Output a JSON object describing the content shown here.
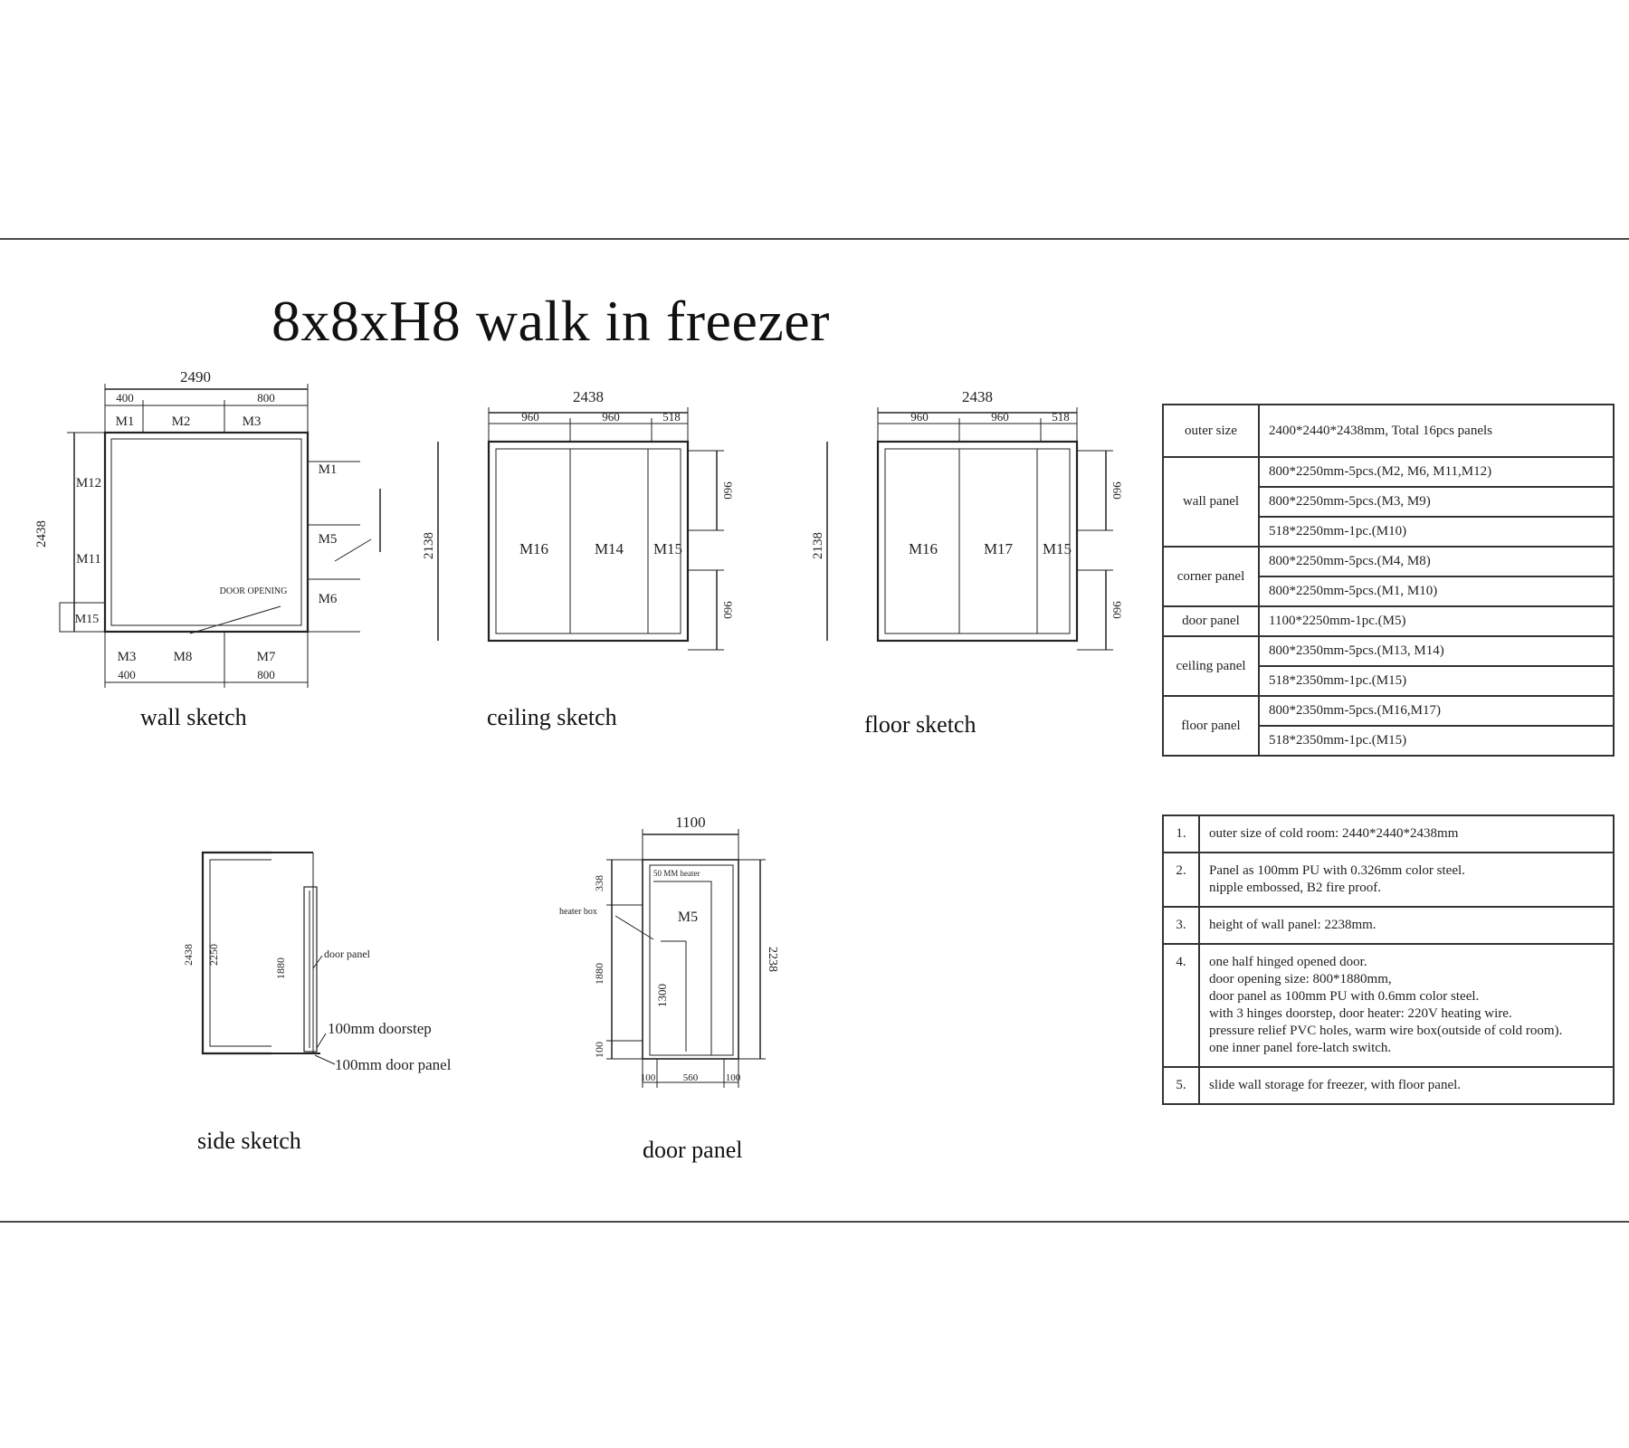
{
  "title": "8x8xH8 walk in freezer",
  "wall_sketch": {
    "caption": "wall sketch",
    "top_overall": "2490",
    "top_left": "400",
    "top_right": "800",
    "left_overall": "2438",
    "top_row": [
      "M1",
      "M2",
      "M3"
    ],
    "bottom_row": [
      "M3",
      "M8",
      "M7"
    ],
    "left_col": [
      "M12",
      "M11",
      "M15"
    ],
    "right_col": [
      "M1",
      "M5",
      "M6"
    ],
    "bottom_left": "400",
    "bottom_right": "800",
    "note": "DOOR OPENING"
  },
  "ceiling_sketch": {
    "caption": "ceiling sketch",
    "overall": "2438",
    "dims": [
      "960",
      "960",
      "518"
    ],
    "side": "2138",
    "panels": [
      "M16",
      "M14",
      "M15"
    ],
    "right_dims": [
      "960",
      "960"
    ]
  },
  "floor_sketch": {
    "caption": "floor sketch",
    "overall": "2438",
    "dims": [
      "960",
      "960",
      "518"
    ],
    "side": "2138",
    "panels": [
      "M16",
      "M17",
      "M15"
    ],
    "right_dims": [
      "960",
      "960"
    ]
  },
  "side_sketch": {
    "caption": "side sketch",
    "heights": [
      "2438",
      "2250",
      "1880"
    ],
    "label_door": "door panel",
    "label_doorstep": "100mm doorstep",
    "label_panel": "100mm door panel"
  },
  "door_panel": {
    "caption": "door panel",
    "width": "1100",
    "height": "2238",
    "panel": "M5",
    "window_label": "heater box",
    "left_dims": [
      "338",
      "1880",
      "100"
    ],
    "inner": "1300",
    "bottom_dims": [
      "100",
      "560",
      "100"
    ],
    "top_label": "50 MM heater"
  },
  "spec_table": [
    {
      "category": "outer size",
      "items": [
        "2400*2440*2438mm, Total 16pcs panels"
      ]
    },
    {
      "category": "wall panel",
      "items": [
        "800*2250mm-5pcs.(M2, M6, M11,M12)",
        "800*2250mm-5pcs.(M3, M9)",
        "518*2250mm-1pc.(M10)"
      ]
    },
    {
      "category": "corner panel",
      "items": [
        "800*2250mm-5pcs.(M4, M8)",
        "800*2250mm-5pcs.(M1, M10)"
      ]
    },
    {
      "category": "door panel",
      "items": [
        "1100*2250mm-1pc.(M5)"
      ]
    },
    {
      "category": "ceiling panel",
      "items": [
        "800*2350mm-5pcs.(M13, M14)",
        "518*2350mm-1pc.(M15)"
      ]
    },
    {
      "category": "floor panel",
      "items": [
        "800*2350mm-5pcs.(M16,M17)",
        "518*2350mm-1pc.(M15)"
      ]
    }
  ],
  "notes": [
    {
      "num": "1.",
      "lines": [
        "outer size of cold room: 2440*2440*2438mm"
      ]
    },
    {
      "num": "2.",
      "lines": [
        "Panel as 100mm PU with 0.326mm color steel.",
        "nipple embossed, B2 fire proof."
      ]
    },
    {
      "num": "3.",
      "lines": [
        "height of wall panel: 2238mm."
      ]
    },
    {
      "num": "4.",
      "lines": [
        "one half hinged opened door.",
        "door opening size: 800*1880mm,",
        "door panel as 100mm PU with 0.6mm color steel.",
        "with 3 hinges doorstep, door heater: 220V heating wire.",
        "pressure relief PVC holes, warm wire box(outside of cold room).",
        "one inner panel fore-latch switch."
      ]
    },
    {
      "num": "5.",
      "lines": [
        "slide wall storage for freezer, with floor panel."
      ]
    }
  ]
}
